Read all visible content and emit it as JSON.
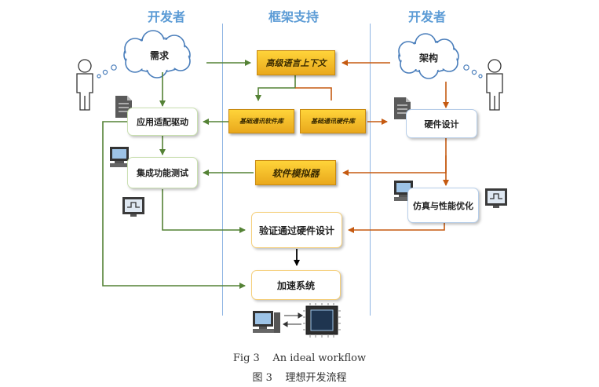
{
  "headers": {
    "left": "开发者",
    "middle": "框架支持",
    "right": "开发者"
  },
  "nodes": {
    "requirement": "需求",
    "architecture": "架构",
    "hl_context": "高级语言上下文",
    "base_sw_lib": "基础通讯软件库",
    "base_hw_lib": "基础通讯硬件库",
    "app_driver": "应用适配驱动",
    "hw_design": "硬件设计",
    "integration_test": "集成功能测试",
    "sw_simulator": "软件模拟器",
    "sim_opt": "仿真与性能优化",
    "verify_hw": "验证通过硬件设计",
    "accel_system": "加速系统"
  },
  "caption": {
    "en": "Fig 3    An ideal workflow",
    "zh": "图 3    理想开发流程"
  },
  "colors": {
    "green": "#548235",
    "orange": "#c55a11",
    "black": "#000000",
    "divider": "#8eb4e3"
  },
  "icons": [
    "person-icon",
    "thought-bubble-icon",
    "document-icon",
    "computer-icon",
    "monitor-icon",
    "chip-icon"
  ]
}
